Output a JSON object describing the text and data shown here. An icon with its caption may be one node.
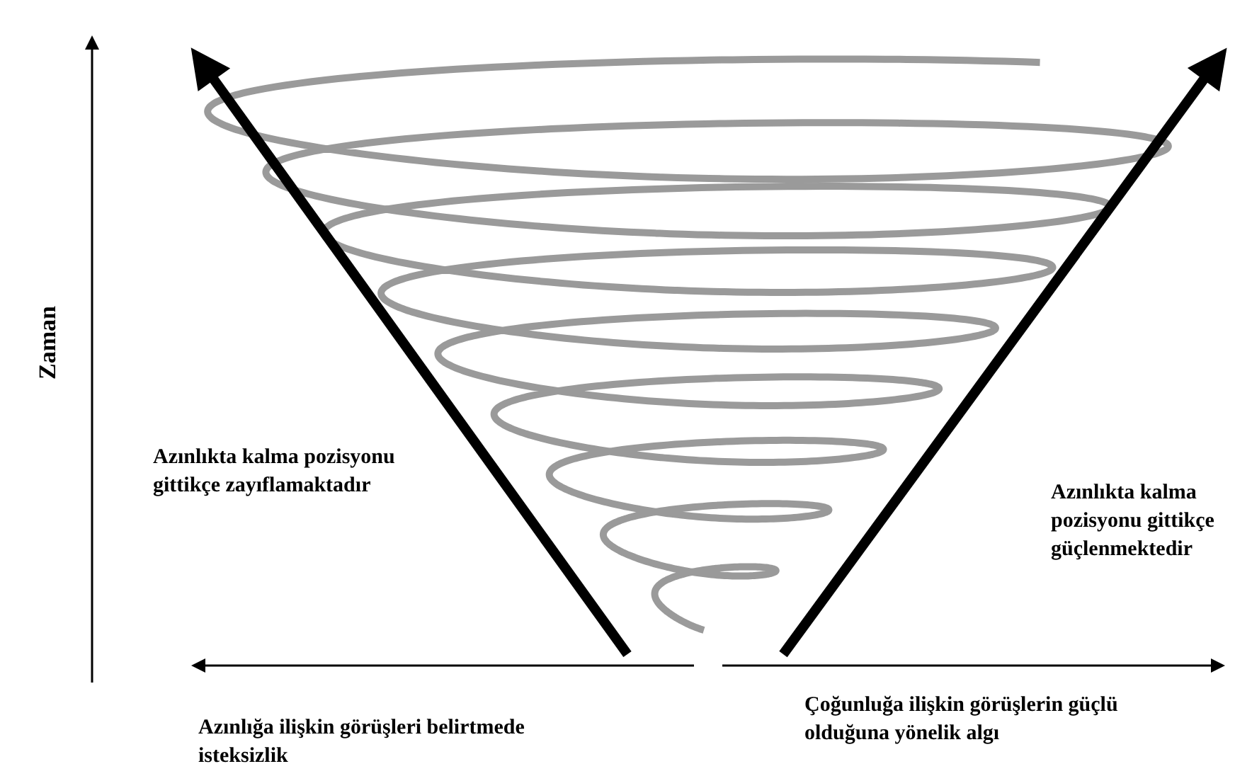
{
  "diagram": {
    "labels": [
      "Zaman",
      "Azınlıkta kalma pozisyonu gittikçe zayıflamaktadır",
      "Azınlıkta kalma pozisyonu gittikçe güçlenmektedir",
      "Azınlığa ilişkin görüşleri belirtmede isteksizlik",
      "Çoğunluğa ilişkin görüşlerin güçlü olduğuna yönelik algı"
    ]
  }
}
